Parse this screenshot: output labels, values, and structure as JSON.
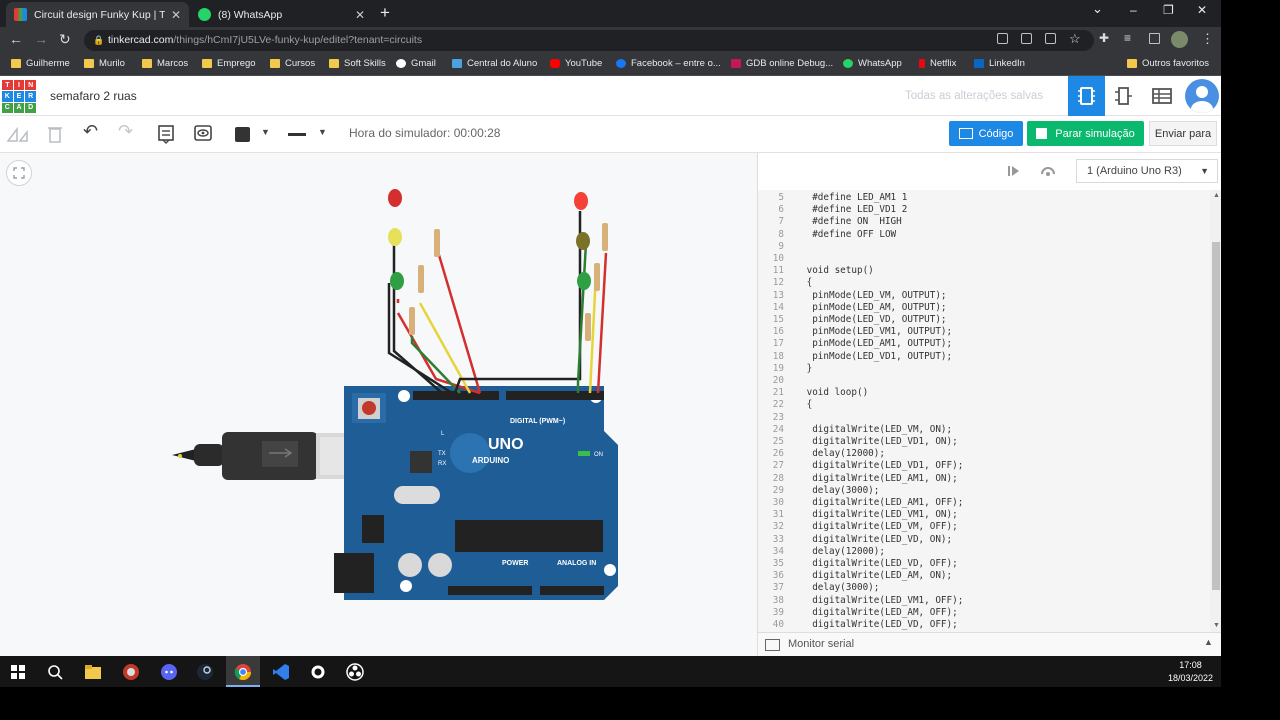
{
  "browser": {
    "tabs": [
      {
        "title": "Circuit design Funky Kup | Tinker",
        "close": "✕"
      },
      {
        "title": "(8) WhatsApp",
        "close": "✕"
      }
    ],
    "new_tab": "+",
    "window_controls": {
      "chevron": "⌄",
      "minimize": "–",
      "maximize": "❐",
      "close": "✕"
    },
    "url_host": "tinkercad.com",
    "url_path": "/things/hCmI7jU5LVe-funky-kup/editel?tenant=circuits",
    "bookmarks": [
      {
        "label": "Guilherme",
        "icon": "folder-icon"
      },
      {
        "label": "Murilo",
        "icon": "folder-icon"
      },
      {
        "label": "Marcos",
        "icon": "folder-icon"
      },
      {
        "label": "Emprego",
        "icon": "folder-icon"
      },
      {
        "label": "Cursos",
        "icon": "folder-icon"
      },
      {
        "label": "Soft Skills",
        "icon": "folder-icon"
      },
      {
        "label": "Gmail",
        "icon": "google-icon"
      },
      {
        "label": "Central do Aluno",
        "icon": "arrow-icon"
      },
      {
        "label": "YouTube",
        "icon": "youtube-icon"
      },
      {
        "label": "Facebook – entre o...",
        "icon": "facebook-icon"
      },
      {
        "label": "GDB online Debug...",
        "icon": "gdb-icon"
      },
      {
        "label": "WhatsApp",
        "icon": "whatsapp-icon"
      },
      {
        "label": "Netflix",
        "icon": "netflix-icon"
      },
      {
        "label": "LinkedIn",
        "icon": "linkedin-icon"
      },
      {
        "label": "Outros favoritos",
        "icon": "folder-icon"
      }
    ]
  },
  "tinkercad": {
    "logo_letters": [
      "TIN",
      "KER",
      "CAD"
    ],
    "project_name": "semafaro 2 ruas",
    "saved_status": "Todas as alterações salvas",
    "sim_time": "Hora do simulador: 00:00:28",
    "code_button": "Código",
    "start_sim_button": "Parar simulação",
    "send_button": "Enviar para",
    "board_select": "1 (Arduino Uno R3)",
    "serial_monitor": "Monitor serial",
    "accent": "#1e88e5",
    "sim_green": "#0bb96e"
  },
  "board": {
    "brand": "ARDUINO",
    "model": "UNO",
    "digital_label": "DIGITAL (PWM~)",
    "power_label": "POWER",
    "analog_label": "ANALOG IN",
    "on_label": "ON",
    "l_label": "L",
    "tx_label": "TX",
    "rx_label": "RX"
  },
  "code_lines": [
    {
      "n": "5",
      "t": "  #define LED_AM1 1"
    },
    {
      "n": "6",
      "t": "  #define LED_VD1 2"
    },
    {
      "n": "7",
      "t": "  #define ON  HIGH"
    },
    {
      "n": "8",
      "t": "  #define OFF LOW"
    },
    {
      "n": "9",
      "t": ""
    },
    {
      "n": "10",
      "t": ""
    },
    {
      "n": "11",
      "t": " void setup()"
    },
    {
      "n": "12",
      "t": " {"
    },
    {
      "n": "13",
      "t": "  pinMode(LED_VM, OUTPUT);"
    },
    {
      "n": "14",
      "t": "  pinMode(LED_AM, OUTPUT);"
    },
    {
      "n": "15",
      "t": "  pinMode(LED_VD, OUTPUT);"
    },
    {
      "n": "16",
      "t": "  pinMode(LED_VM1, OUTPUT);"
    },
    {
      "n": "17",
      "t": "  pinMode(LED_AM1, OUTPUT);"
    },
    {
      "n": "18",
      "t": "  pinMode(LED_VD1, OUTPUT);"
    },
    {
      "n": "19",
      "t": " }"
    },
    {
      "n": "20",
      "t": ""
    },
    {
      "n": "21",
      "t": " void loop()"
    },
    {
      "n": "22",
      "t": " {"
    },
    {
      "n": "23",
      "t": ""
    },
    {
      "n": "24",
      "t": "  digitalWrite(LED_VM, ON);"
    },
    {
      "n": "25",
      "t": "  digitalWrite(LED_VD1, ON);"
    },
    {
      "n": "26",
      "t": "  delay(12000);"
    },
    {
      "n": "27",
      "t": "  digitalWrite(LED_VD1, OFF);"
    },
    {
      "n": "28",
      "t": "  digitalWrite(LED_AM1, ON);"
    },
    {
      "n": "29",
      "t": "  delay(3000);"
    },
    {
      "n": "30",
      "t": "  digitalWrite(LED_AM1, OFF);"
    },
    {
      "n": "31",
      "t": "  digitalWrite(LED_VM1, ON);"
    },
    {
      "n": "32",
      "t": "  digitalWrite(LED_VM, OFF);"
    },
    {
      "n": "33",
      "t": "  digitalWrite(LED_VD, ON);"
    },
    {
      "n": "34",
      "t": "  delay(12000);"
    },
    {
      "n": "35",
      "t": "  digitalWrite(LED_VD, OFF);"
    },
    {
      "n": "36",
      "t": "  digitalWrite(LED_AM, ON);"
    },
    {
      "n": "37",
      "t": "  delay(3000);"
    },
    {
      "n": "38",
      "t": "  digitalWrite(LED_VM1, OFF);"
    },
    {
      "n": "39",
      "t": "  digitalWrite(LED_AM, OFF);"
    },
    {
      "n": "40",
      "t": "  digitalWrite(LED_VD, OFF);"
    }
  ],
  "taskbar": {
    "time": "17:08",
    "date": "18/03/2022",
    "apps": [
      "windows-icon",
      "search-icon",
      "file-explorer-icon",
      "app-icon",
      "discord-icon",
      "steam-icon",
      "chrome-icon",
      "vscode-icon",
      "settings-icon",
      "obs-icon"
    ]
  }
}
